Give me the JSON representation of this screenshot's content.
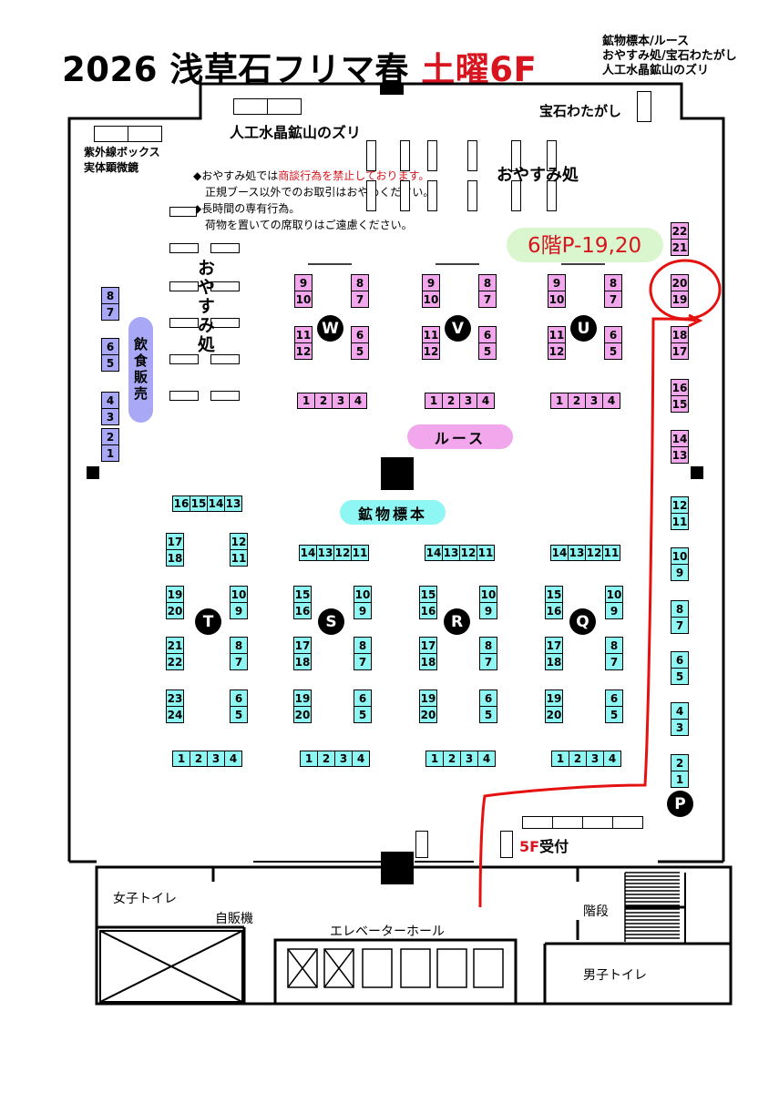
{
  "title": {
    "main": "2026 浅草石フリマ春 ",
    "red": "土曜6F"
  },
  "top_notes": [
    "鉱物標本/ルース",
    "おやすみ処/宝石わたがし",
    "人工水晶鉱山のズリ"
  ],
  "labels": {
    "zuri": "人工水晶鉱山のズリ",
    "uv_box": "紫外線ボックス",
    "microscope": "実体顕微鏡",
    "gem_candy": "宝石わたがし",
    "rest_area_right": "おやすみ処",
    "rest_area_left": "おやすみ処",
    "food": "飲食販売",
    "loose_pill": "ルース",
    "mineral_pill": "鉱物標本",
    "highlight_note": "6階P-19,20",
    "reception": "受付",
    "reception_prefix": "5F",
    "womens_toilet": "女子トイレ",
    "vending": "自販機",
    "elevator_hall": "エレベーターホール",
    "stairs": "階段",
    "mens_toilet": "男子トイレ"
  },
  "notice": {
    "line1_a": "◆おやすみ処では",
    "line1_red": "商談行為を禁止しております。",
    "line2": "正規ブース以外でのお取引はおやめください。",
    "line3": "◆長時間の専有行為。",
    "line4": "荷物を置いての席取りはご遠慮ください。"
  },
  "colors": {
    "booth_upper": "#f2a6ec",
    "booth_lower": "#8ff7f3",
    "booth_left": "#a8a8f6",
    "route": "#e51111",
    "title_red": "#d8141e",
    "note_bg": "#d6f5c9"
  },
  "islands_upper": [
    {
      "letter": "W",
      "top": [
        [
          "9",
          "10"
        ],
        [
          "8",
          "7"
        ]
      ],
      "bottom": [
        [
          "11",
          "12"
        ],
        [
          "6",
          "5"
        ]
      ],
      "row": [
        "1",
        "2",
        "3",
        "4"
      ]
    },
    {
      "letter": "V",
      "top": [
        [
          "9",
          "10"
        ],
        [
          "8",
          "7"
        ]
      ],
      "bottom": [
        [
          "11",
          "12"
        ],
        [
          "6",
          "5"
        ]
      ],
      "row": [
        "1",
        "2",
        "3",
        "4"
      ]
    },
    {
      "letter": "U",
      "top": [
        [
          "9",
          "10"
        ],
        [
          "8",
          "7"
        ]
      ],
      "bottom": [
        [
          "11",
          "12"
        ],
        [
          "6",
          "5"
        ]
      ],
      "row": [
        "1",
        "2",
        "3",
        "4"
      ]
    }
  ],
  "islands_lower": [
    {
      "letter": "T",
      "toprow": [
        "16",
        "15",
        "14",
        "13"
      ],
      "left": [
        [
          "17",
          "18"
        ],
        [
          "19",
          "20"
        ],
        [
          "21",
          "22"
        ],
        [
          "23",
          "24"
        ]
      ],
      "right": [
        [
          "12",
          "11"
        ],
        [
          "10",
          "9"
        ],
        [
          "8",
          "7"
        ],
        [
          "6",
          "5"
        ]
      ],
      "row": [
        "1",
        "2",
        "3",
        "4"
      ]
    },
    {
      "letter": "S",
      "toprow": [
        "14",
        "13",
        "12",
        "11"
      ],
      "left": [
        [
          "15",
          "16"
        ],
        [
          "17",
          "18"
        ],
        [
          "19",
          "20"
        ]
      ],
      "right": [
        [
          "10",
          "9"
        ],
        [
          "8",
          "7"
        ],
        [
          "6",
          "5"
        ]
      ],
      "row": [
        "1",
        "2",
        "3",
        "4"
      ]
    },
    {
      "letter": "R",
      "toprow": [
        "14",
        "13",
        "12",
        "11"
      ],
      "left": [
        [
          "15",
          "16"
        ],
        [
          "17",
          "18"
        ],
        [
          "19",
          "20"
        ]
      ],
      "right": [
        [
          "10",
          "9"
        ],
        [
          "8",
          "7"
        ],
        [
          "6",
          "5"
        ]
      ],
      "row": [
        "1",
        "2",
        "3",
        "4"
      ]
    },
    {
      "letter": "Q",
      "toprow": [
        "14",
        "13",
        "12",
        "11"
      ],
      "left": [
        [
          "15",
          "16"
        ],
        [
          "17",
          "18"
        ],
        [
          "19",
          "20"
        ]
      ],
      "right": [
        [
          "10",
          "9"
        ],
        [
          "8",
          "7"
        ],
        [
          "6",
          "5"
        ]
      ],
      "row": [
        "1",
        "2",
        "3",
        "4"
      ]
    }
  ],
  "right_column": {
    "letter": "P",
    "upper": [
      [
        "22",
        "21"
      ],
      [
        "20",
        "19"
      ],
      [
        "18",
        "17"
      ],
      [
        "16",
        "15"
      ],
      [
        "14",
        "13"
      ]
    ],
    "lower": [
      [
        "12",
        "11"
      ],
      [
        "10",
        "9"
      ],
      [
        "8",
        "7"
      ],
      [
        "6",
        "5"
      ],
      [
        "4",
        "3"
      ],
      [
        "2",
        "1"
      ]
    ]
  },
  "left_column": [
    [
      "8",
      "7"
    ],
    [
      "6",
      "5"
    ],
    [
      "4",
      "3"
    ],
    [
      "2",
      "1"
    ]
  ]
}
